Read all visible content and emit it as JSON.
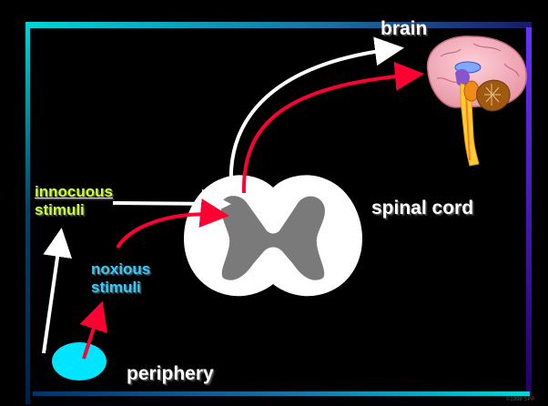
{
  "labels": {
    "brain": "brain",
    "spinal_cord": "spinal cord",
    "innocuous_line1": "innocuous",
    "innocuous_line2": "stimuli",
    "noxious_line1": "noxious",
    "noxious_line2": "stimuli",
    "periphery": "periphery",
    "copyright": "©1998 SPP"
  },
  "colors": {
    "background": "#000000",
    "innocuous_label": "#ccff33",
    "noxious_label": "#33ccff",
    "innocuous_pathway": "#ffffff",
    "noxious_pathway": "#ff0033",
    "periphery_receptor": "#00e5ff",
    "spinal_white_matter": "#ffffff",
    "spinal_gray_matter": "#7a7a7a",
    "frame_top_bar": "#00cccc",
    "frame_right_bar": "#6633ff"
  },
  "icons": {
    "brain": "brain-with-brainstem-icon",
    "receptor": "periphery-ellipse",
    "spinal_cord": "spinal-cord-cross-section"
  }
}
